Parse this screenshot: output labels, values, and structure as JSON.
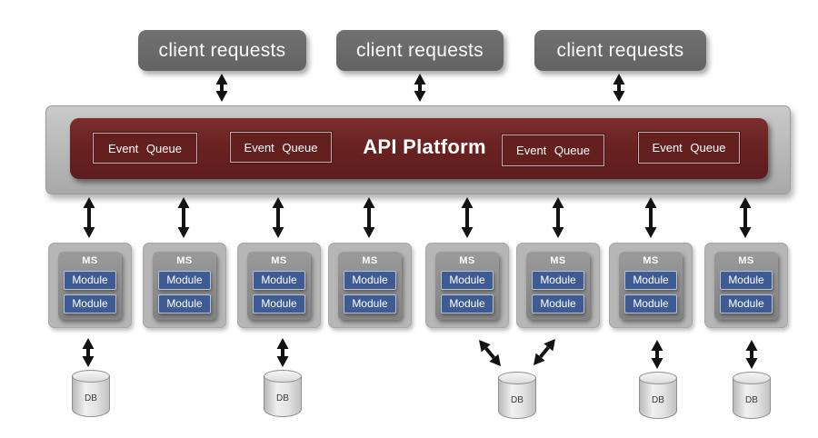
{
  "client_requests": {
    "labels": [
      "client requests",
      "client requests",
      "client requests"
    ]
  },
  "platform": {
    "title": "API Platform",
    "event_queues": [
      "Event Queue",
      "Event Queue",
      "Event Queue",
      "Event Queue"
    ]
  },
  "microservices": [
    {
      "label": "MS",
      "modules": [
        "Module",
        "Module"
      ]
    },
    {
      "label": "MS",
      "modules": [
        "Module",
        "Module"
      ]
    },
    {
      "label": "MS",
      "modules": [
        "Module",
        "Module"
      ]
    },
    {
      "label": "MS",
      "modules": [
        "Module",
        "Module"
      ]
    },
    {
      "label": "MS",
      "modules": [
        "Module",
        "Module"
      ]
    },
    {
      "label": "MS",
      "modules": [
        "Module",
        "Module"
      ]
    },
    {
      "label": "MS",
      "modules": [
        "Module",
        "Module"
      ]
    },
    {
      "label": "MS",
      "modules": [
        "Module",
        "Module"
      ]
    }
  ],
  "databases": [
    {
      "label": "DB"
    },
    {
      "label": "DB"
    },
    {
      "label": "DB"
    },
    {
      "label": "DB"
    },
    {
      "label": "DB"
    }
  ],
  "colors": {
    "platform_red": "#6b2323",
    "client_gray": "#696969",
    "panel_gray": "#b6b6b6",
    "module_blue": "#3e5c93",
    "arrow_black": "#121212"
  }
}
